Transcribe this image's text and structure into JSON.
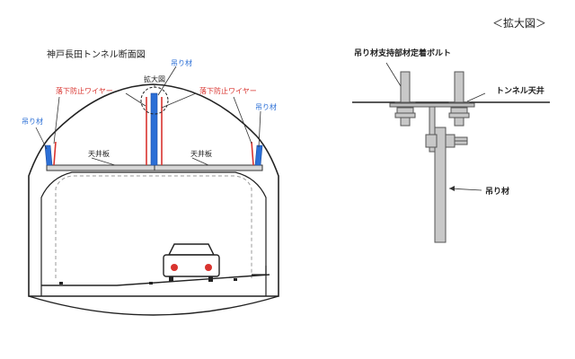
{
  "left": {
    "title": "神戸長田トンネル断面図",
    "zoom_label": "拡大図",
    "hanger_label": "吊り材",
    "wire_label": "落下防止ワイヤー",
    "ceiling_label": "天井板"
  },
  "right": {
    "title": "＜拡大図＞",
    "bolt_label": "吊り材支持部材定着ボルト",
    "ceiling_label": "トンネル天井",
    "hanger_label": "吊り材"
  },
  "colors": {
    "line": "#222222",
    "hanger": "#2b6fd6",
    "wire": "#d9332e",
    "steel": "#c8c8c8",
    "steel_edge": "#555555",
    "car_light": "#d9332e"
  }
}
